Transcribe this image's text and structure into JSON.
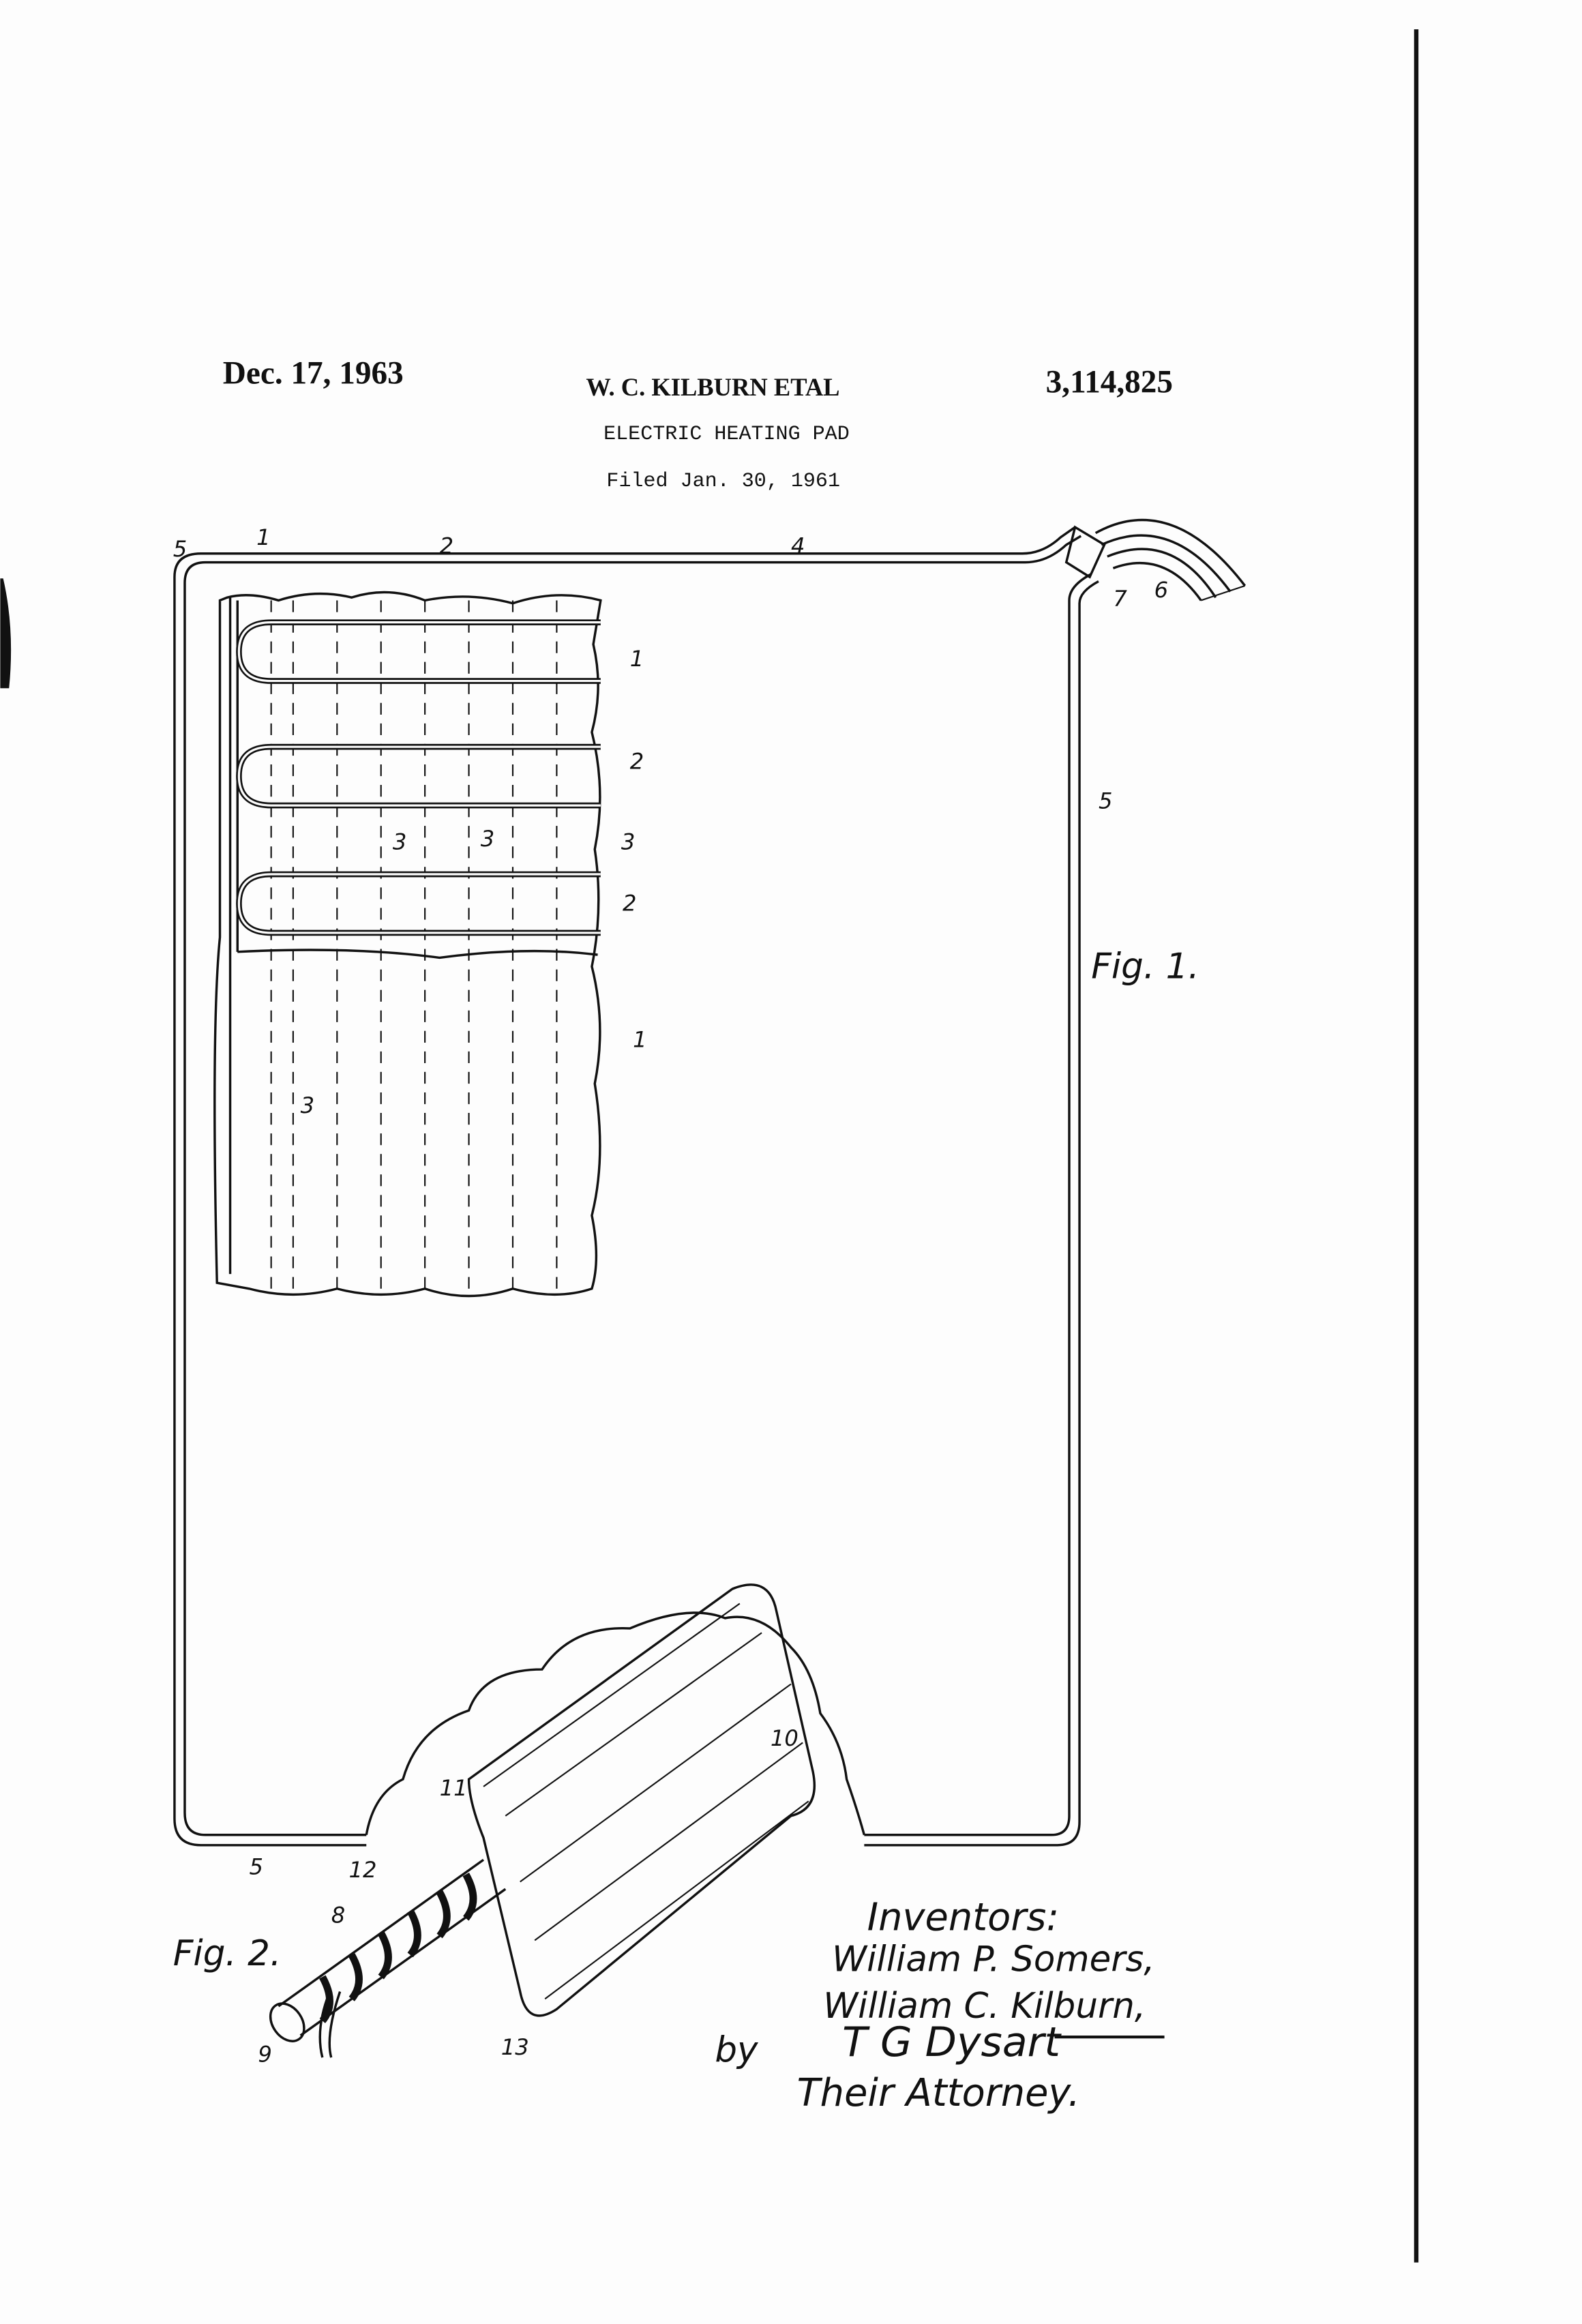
{
  "header": {
    "date": "Dec. 17, 1963",
    "inventor_line": "W. C. KILBURN ETAL",
    "patent_number": "3,114,825",
    "title": "ELECTRIC HEATING PAD",
    "filed": "Filed Jan. 30, 1961"
  },
  "figures": {
    "fig1_label": "Fig. 1.",
    "fig2_label": "Fig. 2."
  },
  "reference_numerals": {
    "n1": "1",
    "n2": "2",
    "n3": "3",
    "n4": "4",
    "n5": "5",
    "n6": "6",
    "n7": "7",
    "n8": "8",
    "n9": "9",
    "n10": "10",
    "n11": "11",
    "n12": "12",
    "n13": "13"
  },
  "signature_block": {
    "inventors_heading": "Inventors:",
    "inventor_1": "William P. Somers,",
    "inventor_2": "William C. Kilburn,",
    "by": "by",
    "attorney_signature": "T G Dysart",
    "attorney_label": "Their Attorney."
  }
}
